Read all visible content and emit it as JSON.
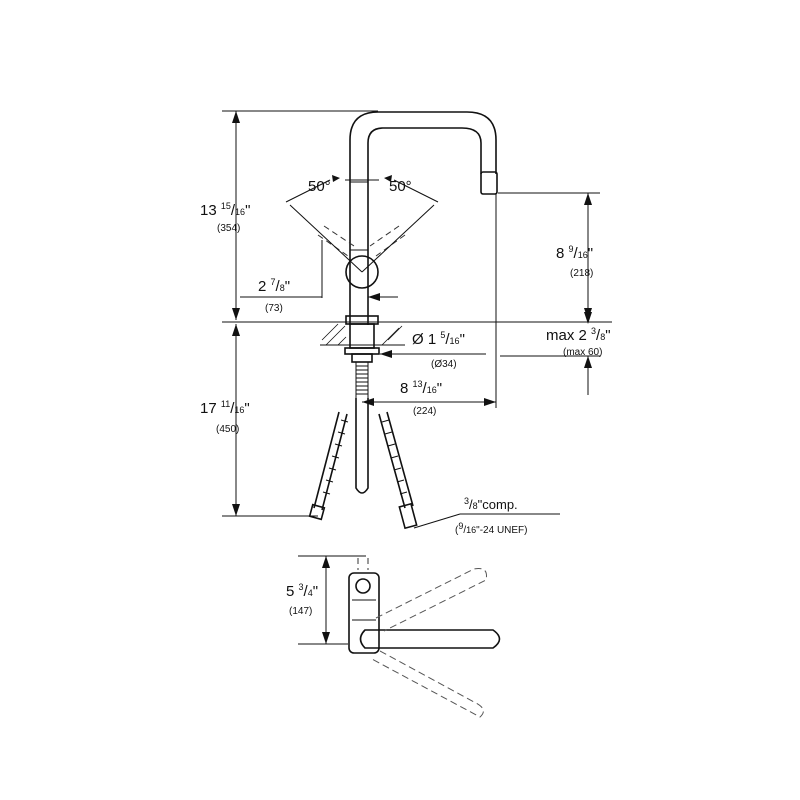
{
  "dimensions": {
    "total_height": {
      "whole": "13",
      "num": "15",
      "den": "16",
      "unit": "\"",
      "mm": "(354)"
    },
    "spout_height": {
      "whole": "8",
      "num": "9",
      "den": "16",
      "unit": "\"",
      "mm": "(218)"
    },
    "max_deck": {
      "prefix": "max",
      "whole": "2",
      "num": "3",
      "den": "8",
      "unit": "\"",
      "mm": "(max 60)"
    },
    "handle_offset": {
      "whole": "2",
      "num": "7",
      "den": "8",
      "unit": "\"",
      "mm": "(73)"
    },
    "hole_diameter": {
      "prefix": "Ø",
      "whole": "1",
      "num": "5",
      "den": "16",
      "unit": "\"",
      "mm": "(Ø34)"
    },
    "spout_reach": {
      "whole": "8",
      "num": "13",
      "den": "16",
      "unit": "\"",
      "mm": "(224)"
    },
    "below_deck": {
      "whole": "17",
      "num": "11",
      "den": "16",
      "unit": "\"",
      "mm": "(450)"
    },
    "top_view_depth": {
      "whole": "5",
      "num": "3",
      "den": "4",
      "unit": "\"",
      "mm": "(147)"
    }
  },
  "angles": {
    "left": "50°",
    "right": "50°"
  },
  "connection": {
    "num": "3",
    "den": "8",
    "label": "\"comp.",
    "thread_open": "(",
    "thread_num": "9",
    "thread_den": "16",
    "thread_label": "\"-24 UNEF)"
  }
}
